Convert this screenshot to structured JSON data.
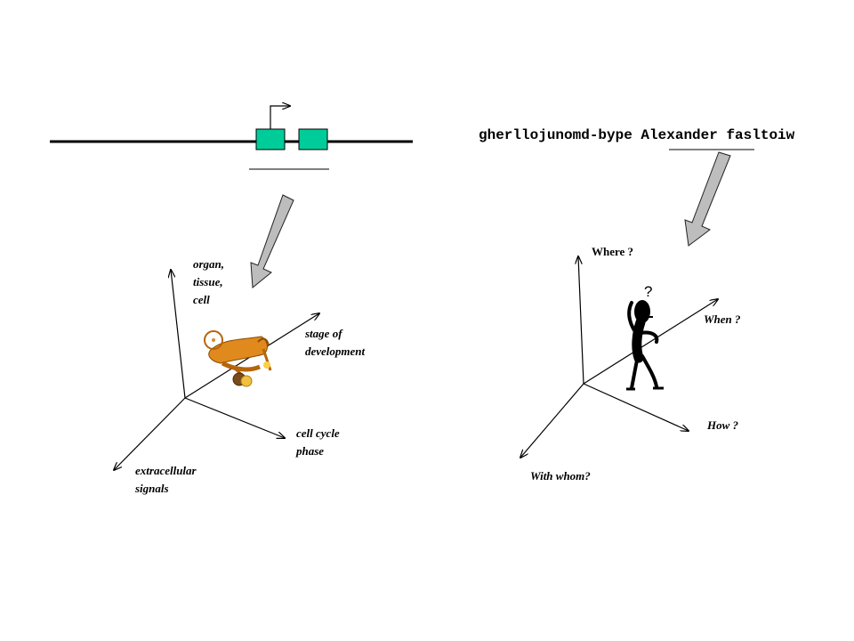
{
  "left_panel": {
    "axes": {
      "up": [
        "organ,",
        "tissue,",
        "cell"
      ],
      "up_right": [
        "stage of",
        "development"
      ],
      "right": [
        "cell cycle",
        "phase"
      ],
      "down_left": [
        "extracellular",
        "signals"
      ]
    }
  },
  "right_panel": {
    "sequence_text": "gherllojunomd-bype Alexander fasltoiw",
    "thinker_glyph": "?",
    "axes": {
      "up": "Where ?",
      "up_right": "When ?",
      "right": "How ?",
      "down_left": "With whom?"
    }
  },
  "colors": {
    "exon_fill": "#00cc99",
    "arrow_fill": "#bdbdbd",
    "molecule": "#e08a1e"
  }
}
